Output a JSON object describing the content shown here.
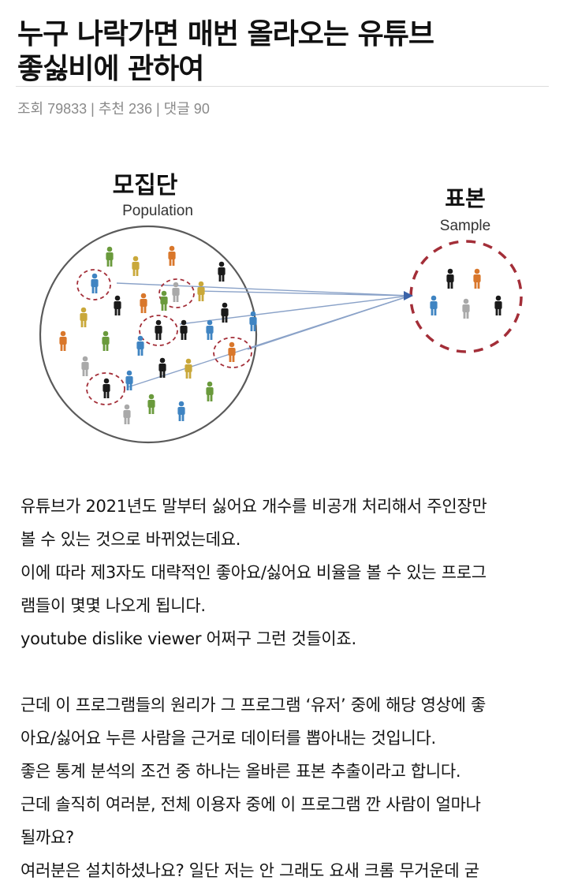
{
  "post": {
    "title": "누구 나락가면 매번 올라오는 유튜브\n좋싫비에 관하여",
    "meta": "조회 79833 | 추천 236 | 댓글 90"
  },
  "figure": {
    "population_label": "모집단",
    "population_sublabel": "Population",
    "sample_label": "표본",
    "sample_sublabel": "Sample",
    "colors": {
      "green": "#6a9a3c",
      "orange": "#d9772b",
      "yellow": "#c9a83a",
      "blue": "#3f84c2",
      "black": "#1a1a1a",
      "gray": "#a9a9a9",
      "dashed_circle": "#a32e38",
      "arrow": "#8aa2c8"
    }
  },
  "body": {
    "lines": [
      "유튜브가 2021년도 말부터 싫어요 개수를 비공개 처리해서 주인장만",
      "볼 수 있는 것으로 바뀌었는데요.",
      "이에 따라 제3자도 대략적인 좋아요/싫어요 비율을 볼 수 있는 프로그",
      "램들이 몇몇 나오게 됩니다.",
      "youtube dislike viewer 어쩌구 그런 것들이죠.",
      "",
      "근데 이 프로그램들의 원리가 그 프로그램 ‘유저’ 중에 해당 영상에 좋",
      "아요/싫어요 누른 사람을 근거로 데이터를 뽑아내는 것입니다.",
      "좋은 통계 분석의 조건 중 하나는 올바른 표본 추출이라고 합니다.",
      "근데 솔직히 여러분, 전체 이용자 중에 이 프로그램 깐 사람이 얼마나",
      "될까요?",
      "여러분은 설치하셨나요? 일단 저는 안 그래도 요새 크롬 무거운데 굳"
    ]
  }
}
